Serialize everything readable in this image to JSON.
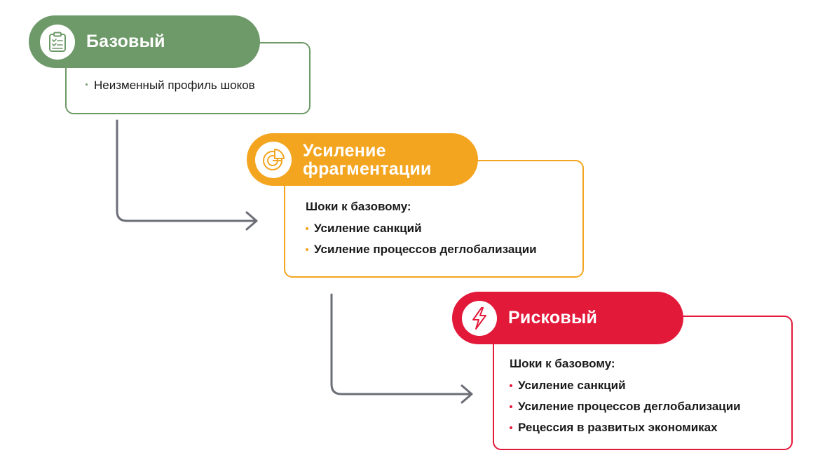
{
  "scenarios": {
    "base": {
      "title": "Базовый",
      "icon": "clipboard-checklist-icon",
      "color": "#6e9a69",
      "items": [
        "Неизменный профиль шоков"
      ]
    },
    "fragmentation": {
      "title_line1": "Усиление",
      "title_line2": "фрагментации",
      "icon": "pie-chart-icon",
      "color": "#f3a51f",
      "heading": "Шоки к базовому:",
      "items": [
        "Усиление санкций",
        "Усиление процессов деглобализации"
      ]
    },
    "risk": {
      "title": "Рисковый",
      "icon": "lightning-bolt-icon",
      "color": "#e3193a",
      "heading": "Шоки к базовому:",
      "items": [
        "Усиление санкций",
        "Усиление процессов деглобализации",
        "Рецессия в развитых экономиках"
      ]
    }
  },
  "connector_color": "#6b6e76"
}
